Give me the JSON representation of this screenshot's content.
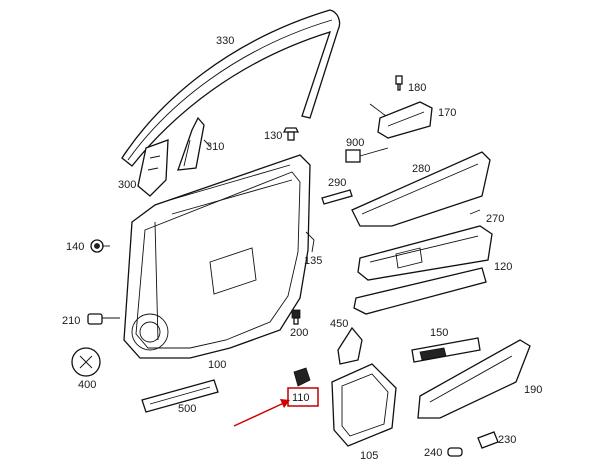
{
  "labels": {
    "l330": "330",
    "l180": "180",
    "l170": "170",
    "l130": "130",
    "l310": "310",
    "l900": "900",
    "l300": "300",
    "l290": "290",
    "l280": "280",
    "l270": "270",
    "l140": "140",
    "l135": "135",
    "l120": "120",
    "l210": "210",
    "l200": "200",
    "l450": "450",
    "l150": "150",
    "l100": "100",
    "l400": "400",
    "l190": "190",
    "l500": "500",
    "l110": "110",
    "l230": "230",
    "l105": "105",
    "l240": "240"
  },
  "highlight": {
    "part": "110",
    "box_color": "#c00000",
    "arrow_color": "#d00000"
  }
}
